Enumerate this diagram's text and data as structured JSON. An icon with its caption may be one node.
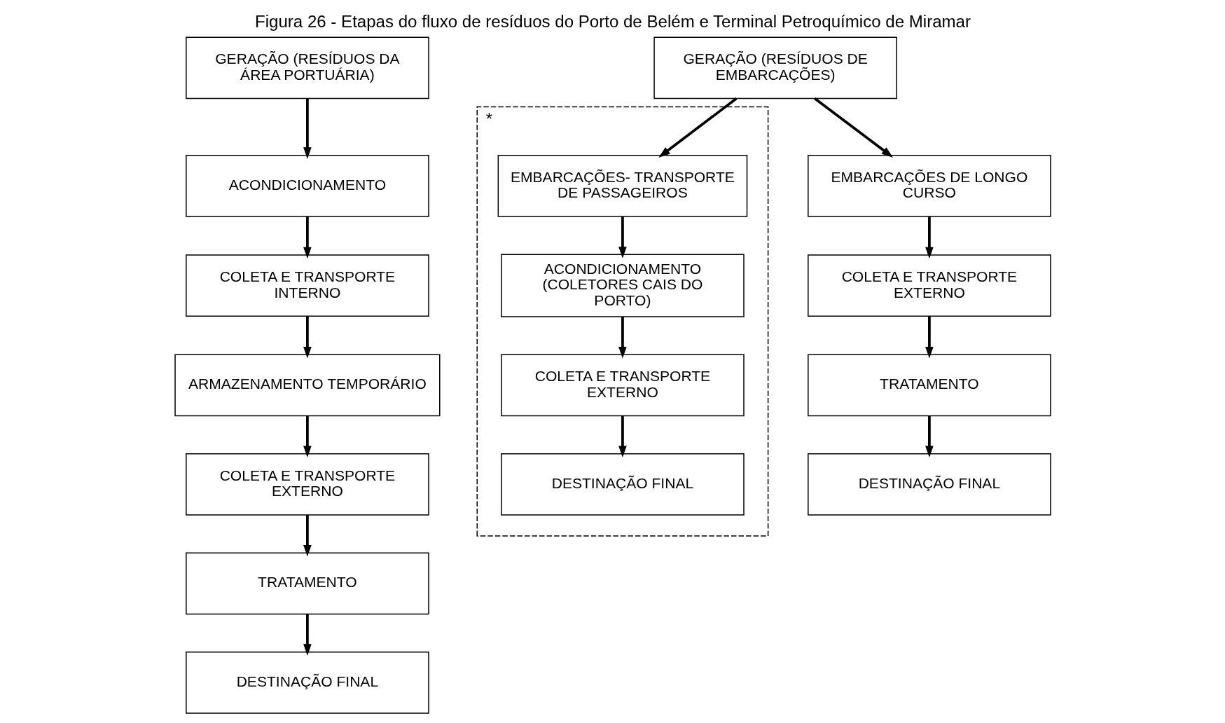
{
  "diagram": {
    "title": "Figura 26 - Etapas do fluxo de resíduos do Porto de Belém e Terminal Petroquímico de Miramar",
    "nodes": [
      {
        "text": [
          "GERAÇÃO (RESÍDUOS DA ÁREA PORTUÁRIA)"
        ]
      },
      {
        "text": [
          "ACONDICIONAMENTO"
        ]
      },
      {
        "text": [
          "COLETA E TRANSPORTE INTERNO"
        ]
      },
      {
        "text": [
          "ARMAZENAMENTO TEMPORÁRIO"
        ]
      },
      {
        "text": [
          "COLETA E TRANSPORTE EXTERNO"
        ]
      },
      {
        "text": [
          "TRATAMENTO"
        ]
      },
      {
        "text": [
          "DESTINAÇÃO FINAL"
        ]
      },
      {
        "text": [
          "GERAÇÃO (RESÍDUOS DE EMBARCAÇÕES)"
        ]
      },
      {
        "text": [
          "*"
        ]
      },
      {
        "text": [
          "EMBARCAÇÕES- TRANSPORTE DE PASSAGEIROS"
        ],
        "in": 8
      },
      {
        "text": [
          "ACONDICIONAMENTO (COLETORES CAIS DO PORTO)"
        ],
        "in": 8
      },
      {
        "text": [
          "COLETA E TRANSPORTE EXTERNO"
        ],
        "in": 8
      },
      {
        "text": [
          "DESTINAÇÃO FINAL"
        ],
        "in": 8
      },
      {
        "text": [
          "EMBARCAÇÕES DE LONGO CURSO"
        ]
      },
      {
        "text": [
          "COLETA E TRANSPORTE EXTERNO"
        ]
      },
      {
        "text": [
          "TRATAMENTO"
        ]
      },
      {
        "text": [
          "DESTINAÇÃO FINAL"
        ]
      }
    ],
    "edges": [
      {
        "from": 0,
        "to": 1,
        "arrow": "to"
      },
      {
        "from": 1,
        "to": 2,
        "arrow": "to"
      },
      {
        "from": 2,
        "to": 3,
        "arrow": "to"
      },
      {
        "from": 3,
        "to": 4,
        "arrow": "to"
      },
      {
        "from": 4,
        "to": 5,
        "arrow": "to"
      },
      {
        "from": 5,
        "to": 6,
        "arrow": "to"
      },
      {
        "from": 7,
        "to": 9,
        "arrow": "to"
      },
      {
        "from": 7,
        "to": 13,
        "arrow": "to"
      },
      {
        "from": 9,
        "to": 10,
        "arrow": "to"
      },
      {
        "from": 10,
        "to": 11,
        "arrow": "to"
      },
      {
        "from": 11,
        "to": 12,
        "arrow": "to"
      },
      {
        "from": 13,
        "to": 14,
        "arrow": "to"
      },
      {
        "from": 14,
        "to": 15,
        "arrow": "to"
      },
      {
        "from": 15,
        "to": 16,
        "arrow": "to"
      }
    ]
  }
}
